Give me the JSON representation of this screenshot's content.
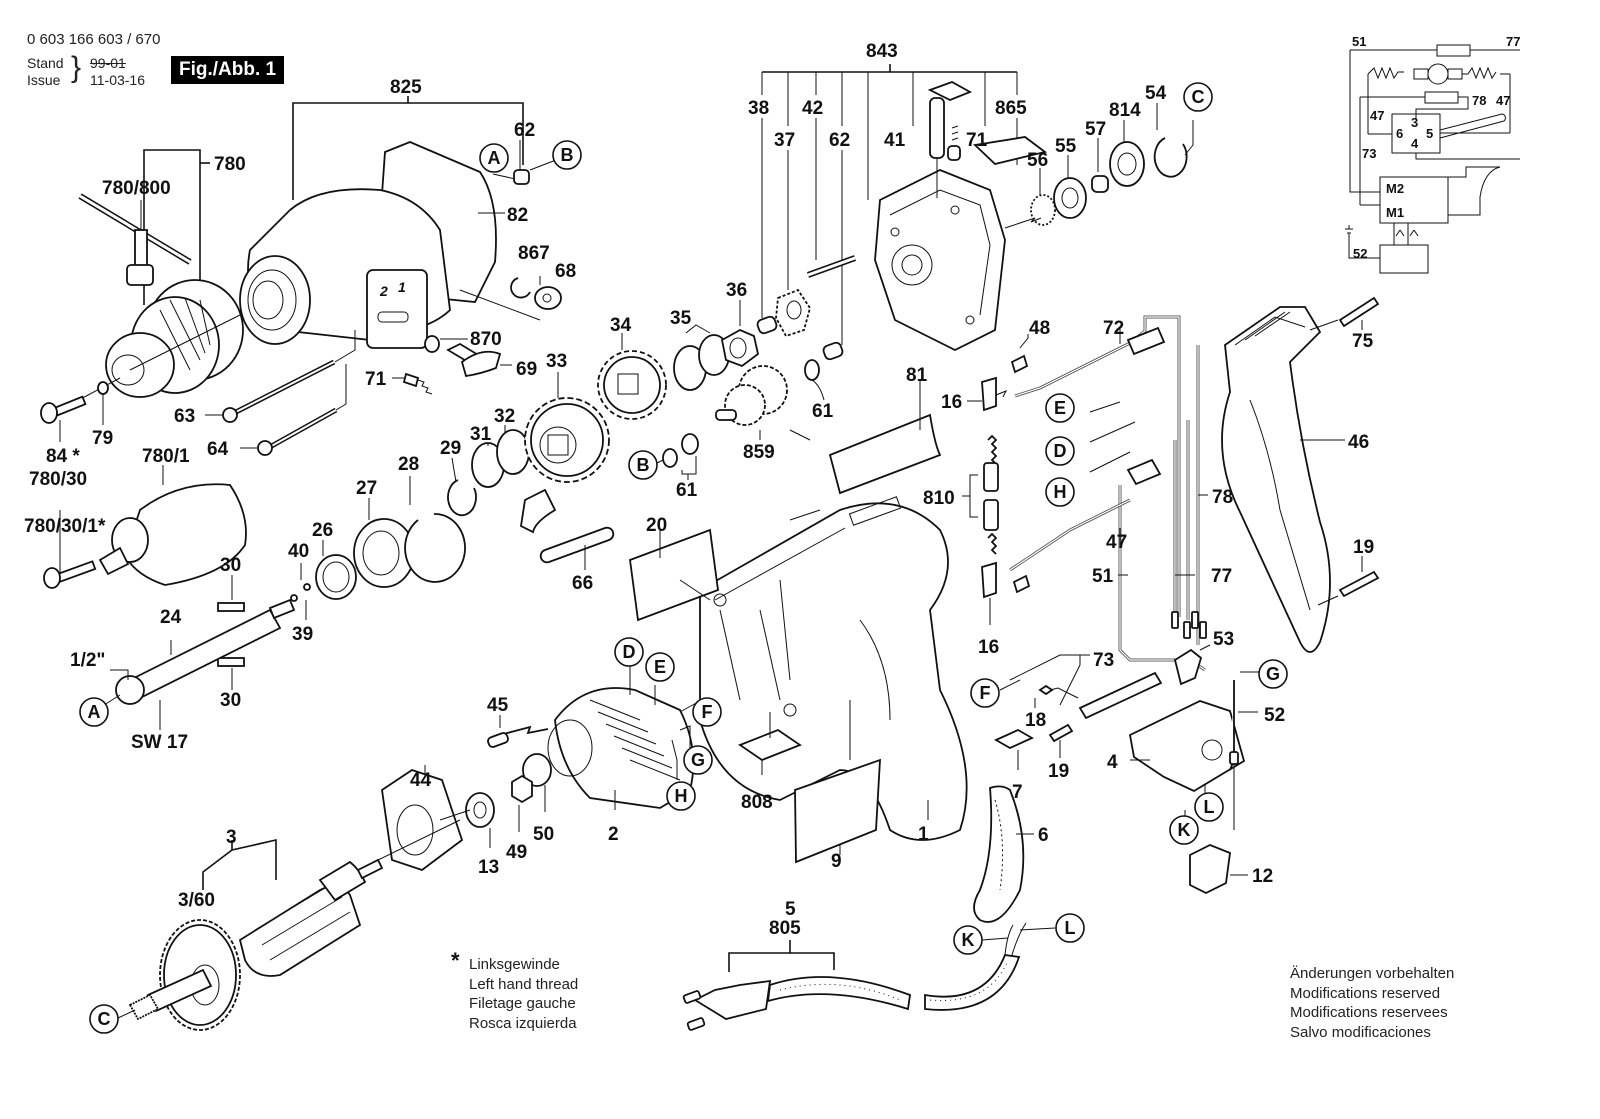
{
  "header": {
    "doc_number": "0 603 166 603 / 670",
    "stand_label": "Stand",
    "issue_label": "Issue",
    "brace": "}",
    "stand_value": "99-01",
    "issue_value": "11-03-16",
    "figure_badge": "Fig./Abb. 1"
  },
  "schematic": {
    "labels": {
      "w51": "51",
      "w77": "77",
      "w78": "78",
      "w47a": "47",
      "w47b": "47",
      "w73": "73",
      "t3": "3",
      "t4": "4",
      "t5": "5",
      "t6": "6",
      "m2": "M2",
      "m1": "M1",
      "w52": "52"
    }
  },
  "parts": {
    "p825": "825",
    "p62a": "62",
    "p780": "780",
    "p780_800": "780/800",
    "p82": "82",
    "p867": "867",
    "p68": "68",
    "p870": "870",
    "p69": "69",
    "p71a": "71",
    "p63": "63",
    "p64": "64",
    "p84": "84 *",
    "p79": "79",
    "p780_30": "780/30",
    "p780_1": "780/1",
    "p780_30_1": "780/30/1*",
    "p30a": "30",
    "p30b": "30",
    "p24": "24",
    "p1_2": "1/2\"",
    "sw17": "SW 17",
    "p40": "40",
    "p39": "39",
    "p26": "26",
    "p27": "27",
    "p28": "28",
    "p29": "29",
    "p31": "31",
    "p32": "32",
    "p33": "33",
    "p34": "34",
    "p35": "35",
    "p36": "36",
    "p66": "66",
    "p843": "843",
    "p38": "38",
    "p37": "37",
    "p42": "42",
    "p62b": "62",
    "p41": "41",
    "p71b": "71",
    "p865": "865",
    "p56": "56",
    "p55": "55",
    "p57": "57",
    "p814": "814",
    "p54": "54",
    "p61a": "61",
    "p61b": "61",
    "p859": "859",
    "p81": "81",
    "p20": "20",
    "p48": "48",
    "p72": "72",
    "p16a": "16",
    "p16b": "16",
    "p810": "810",
    "p47": "47",
    "p51": "51",
    "p77": "77",
    "p78": "78",
    "p75": "75",
    "p46": "46",
    "p19a": "19",
    "p53": "53",
    "p73": "73",
    "p18": "18",
    "p19b": "19",
    "p7": "7",
    "p4": "4",
    "p52": "52",
    "p12": "12",
    "p6": "6",
    "p45": "45",
    "p2": "2",
    "p50": "50",
    "p49": "49",
    "p13": "13",
    "p44": "44",
    "p808": "808",
    "p9": "9",
    "p1": "1",
    "p3": "3",
    "p3_60": "3/60",
    "p5": "5",
    "p805": "805"
  },
  "callouts": {
    "A1": "A",
    "A2": "A",
    "B1": "B",
    "B2": "B",
    "C1": "C",
    "C2": "C",
    "D1": "D",
    "D2": "D",
    "E1": "E",
    "E2": "E",
    "F1": "F",
    "F2": "F",
    "G1": "G",
    "G2": "G",
    "H1": "H",
    "H2": "H",
    "K1": "K",
    "K2": "K",
    "L1": "L",
    "L2": "L"
  },
  "footnote": {
    "star": "*",
    "lines": [
      "Linksgewinde",
      "Left hand thread",
      "Filetage gauche",
      "Rosca izquierda"
    ]
  },
  "reserved": {
    "lines": [
      "Änderungen vorbehalten",
      "Modifications reserved",
      "Modifications reservees",
      "Salvo modificaciones"
    ]
  }
}
